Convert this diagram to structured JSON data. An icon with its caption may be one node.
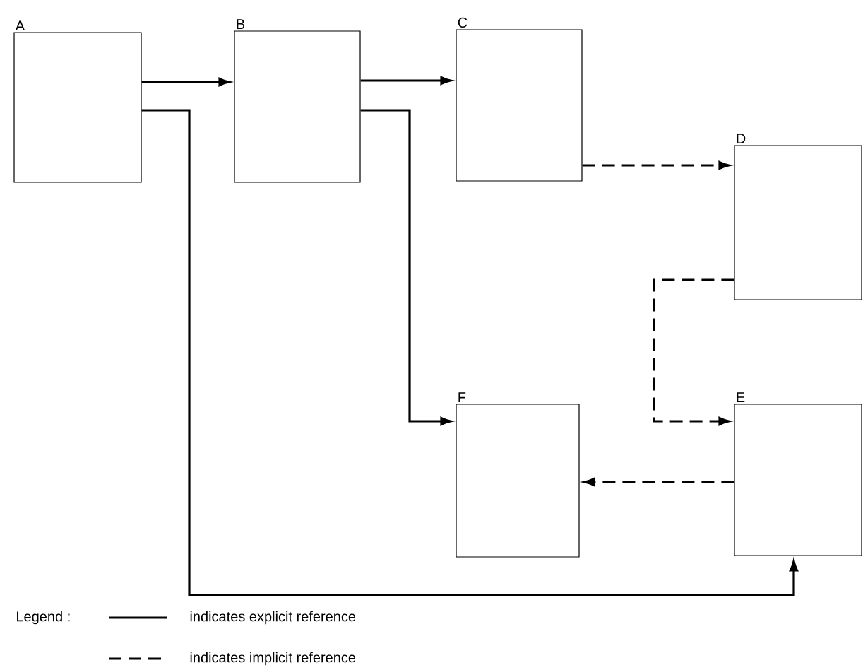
{
  "diagram": {
    "nodes": [
      {
        "text": [
          "A"
        ]
      },
      {
        "text": [
          "B"
        ]
      },
      {
        "text": [
          "C"
        ]
      },
      {
        "text": [
          "D"
        ]
      },
      {
        "text": [
          "F"
        ]
      },
      {
        "text": [
          "E"
        ]
      }
    ],
    "edges": [
      {
        "from": 0,
        "to": 1,
        "arrow": "to"
      },
      {
        "from": 1,
        "to": 2,
        "arrow": "to"
      },
      {
        "from": 2,
        "to": 3,
        "arrow": "to",
        "style": "dashed"
      },
      {
        "from": 3,
        "to": 5,
        "arrow": "to",
        "style": "dashed"
      },
      {
        "from": 1,
        "to": 4,
        "arrow": "to"
      },
      {
        "from": 5,
        "to": 4,
        "arrow": "to",
        "style": "dashed"
      },
      {
        "from": 0,
        "to": 5,
        "arrow": "to"
      }
    ],
    "labels": [
      "Legend :"
    ],
    "legend": [
      {
        "text": "indicates explicit reference"
      },
      {
        "text": "indicates implicit reference"
      }
    ]
  }
}
